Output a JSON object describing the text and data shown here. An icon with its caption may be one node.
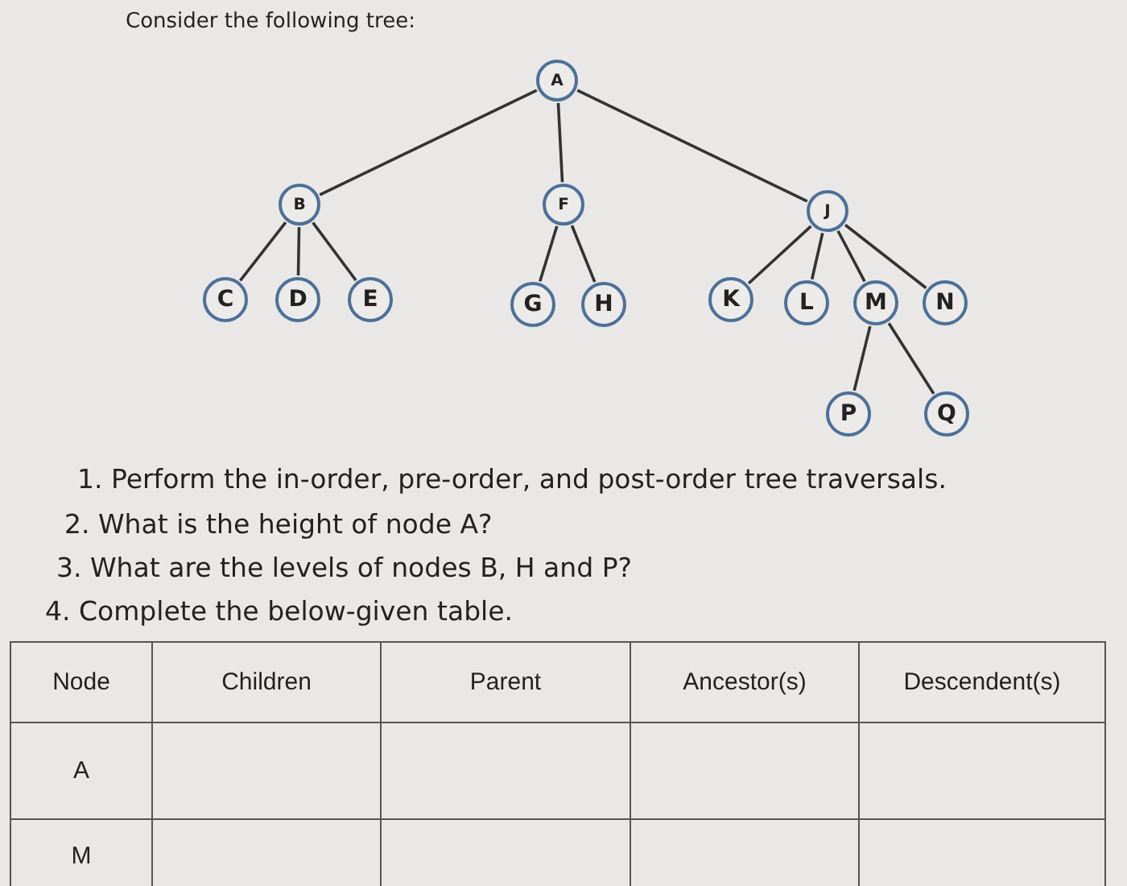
{
  "diagram": {
    "title": "Consider the following tree:",
    "nodes": [
      {
        "text": [
          "A"
        ]
      },
      {
        "text": [
          "B"
        ]
      },
      {
        "text": [
          "F"
        ]
      },
      {
        "text": [
          "J"
        ]
      },
      {
        "text": [
          "C"
        ]
      },
      {
        "text": [
          "D"
        ]
      },
      {
        "text": [
          "E"
        ]
      },
      {
        "text": [
          "G"
        ]
      },
      {
        "text": [
          "H"
        ]
      },
      {
        "text": [
          "K"
        ]
      },
      {
        "text": [
          "L"
        ]
      },
      {
        "text": [
          "M"
        ]
      },
      {
        "text": [
          "N"
        ]
      },
      {
        "text": [
          "P"
        ]
      },
      {
        "text": [
          "Q"
        ]
      }
    ],
    "edges": [
      {
        "from": 0,
        "to": 1,
        "arrow": "none"
      },
      {
        "from": 0,
        "to": 2,
        "arrow": "none"
      },
      {
        "from": 0,
        "to": 3,
        "arrow": "none"
      },
      {
        "from": 1,
        "to": 4,
        "arrow": "none"
      },
      {
        "from": 1,
        "to": 5,
        "arrow": "none"
      },
      {
        "from": 1,
        "to": 6,
        "arrow": "none"
      },
      {
        "from": 2,
        "to": 7,
        "arrow": "none"
      },
      {
        "from": 2,
        "to": 8,
        "arrow": "none"
      },
      {
        "from": 3,
        "to": 9,
        "arrow": "none"
      },
      {
        "from": 3,
        "to": 10,
        "arrow": "none"
      },
      {
        "from": 3,
        "to": 11,
        "arrow": "none"
      },
      {
        "from": 3,
        "to": 12,
        "arrow": "none"
      },
      {
        "from": 11,
        "to": 13,
        "arrow": "none"
      },
      {
        "from": 11,
        "to": 14,
        "arrow": "none"
      }
    ],
    "labels": [
      "1. Perform the in-order, pre-order, and post-order tree traversals.",
      "2. What is the height of node A?",
      "3. What are the levels of nodes B, H and P?",
      "4. Complete the below-given table.",
      "Node",
      "Children",
      "Parent",
      "Ancestor(s)",
      "Descendent(s)",
      "A",
      "M"
    ]
  }
}
